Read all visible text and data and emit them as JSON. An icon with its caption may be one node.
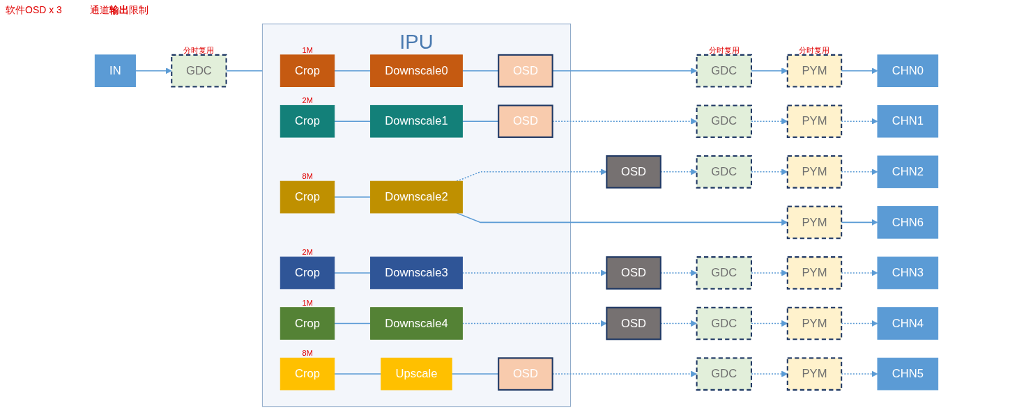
{
  "diagram": {
    "nodes": [
      {
        "text": [
          "IN"
        ]
      },
      {
        "text": [
          "GDC"
        ],
        "beside": [
          "分时复用"
        ]
      },
      {
        "text": [
          "IPU"
        ]
      },
      {
        "text": [
          "Crop"
        ],
        "in": 2,
        "beside": [
          "1M"
        ]
      },
      {
        "text": [
          "Downscale0"
        ],
        "in": 2
      },
      {
        "text": [
          "OSD"
        ],
        "in": 2
      },
      {
        "text": [
          "Crop"
        ],
        "in": 2,
        "beside": [
          "2M"
        ]
      },
      {
        "text": [
          "Downscale1"
        ],
        "in": 2
      },
      {
        "text": [
          "OSD"
        ],
        "in": 2
      },
      {
        "text": [
          "Crop"
        ],
        "in": 2,
        "beside": [
          "8M"
        ]
      },
      {
        "text": [
          "Downscale2"
        ],
        "in": 2
      },
      {
        "text": [
          "Crop"
        ],
        "in": 2,
        "beside": [
          "2M"
        ]
      },
      {
        "text": [
          "Downscale3"
        ],
        "in": 2
      },
      {
        "text": [
          "Crop"
        ],
        "in": 2,
        "beside": [
          "1M"
        ]
      },
      {
        "text": [
          "Downscale4"
        ],
        "in": 2
      },
      {
        "text": [
          "Crop"
        ],
        "in": 2,
        "beside": [
          "8M"
        ]
      },
      {
        "text": [
          "Upscale"
        ],
        "in": 2
      },
      {
        "text": [
          "OSD"
        ],
        "in": 2
      },
      {
        "text": [
          "OSD"
        ]
      },
      {
        "text": [
          "OSD"
        ]
      },
      {
        "text": [
          "OSD"
        ]
      },
      {
        "text": [
          "GDC"
        ],
        "beside": [
          "分时复用"
        ]
      },
      {
        "text": [
          "PYM"
        ],
        "beside": [
          "分时复用"
        ]
      },
      {
        "text": [
          "CHN0"
        ]
      },
      {
        "text": [
          "GDC"
        ]
      },
      {
        "text": [
          "PYM"
        ]
      },
      {
        "text": [
          "CHN1"
        ]
      },
      {
        "text": [
          "GDC"
        ]
      },
      {
        "text": [
          "PYM"
        ]
      },
      {
        "text": [
          "CHN2"
        ]
      },
      {
        "text": [
          "GDC"
        ]
      },
      {
        "text": [
          "PYM"
        ]
      },
      {
        "text": [
          "CHN3"
        ]
      },
      {
        "text": [
          "GDC"
        ]
      },
      {
        "text": [
          "PYM"
        ]
      },
      {
        "text": [
          "CHN4"
        ]
      },
      {
        "text": [
          "GDC"
        ]
      },
      {
        "text": [
          "PYM"
        ]
      },
      {
        "text": [
          "CHN5"
        ]
      },
      {
        "text": [
          "PYM"
        ]
      },
      {
        "text": [
          "CHN6"
        ]
      }
    ],
    "edges": [
      {
        "from": 0,
        "to": 1,
        "arrow": "to"
      },
      {
        "from": 1,
        "to": 2,
        "arrow": "none"
      },
      {
        "from": 3,
        "to": 4,
        "arrow": "none"
      },
      {
        "from": 4,
        "to": 5,
        "arrow": "none"
      },
      {
        "from": 6,
        "to": 7,
        "arrow": "none"
      },
      {
        "from": 7,
        "to": 8,
        "arrow": "none"
      },
      {
        "from": 9,
        "to": 10,
        "arrow": "none"
      },
      {
        "from": 11,
        "to": 12,
        "arrow": "none"
      },
      {
        "from": 13,
        "to": 14,
        "arrow": "none"
      },
      {
        "from": 15,
        "to": 16,
        "arrow": "none"
      },
      {
        "from": 16,
        "to": 17,
        "arrow": "none"
      },
      {
        "from": 5,
        "to": 21,
        "arrow": "to"
      },
      {
        "from": 21,
        "to": 22,
        "arrow": "to"
      },
      {
        "from": 22,
        "to": 23,
        "arrow": "to"
      },
      {
        "from": 8,
        "to": 24,
        "arrow": "to",
        "style": "dashed"
      },
      {
        "from": 24,
        "to": 25,
        "arrow": "to",
        "style": "dashed"
      },
      {
        "from": 25,
        "to": 26,
        "arrow": "to",
        "style": "dashed"
      },
      {
        "from": 10,
        "to": 18,
        "arrow": "to",
        "style": "dashed"
      },
      {
        "from": 18,
        "to": 27,
        "arrow": "to",
        "style": "dashed"
      },
      {
        "from": 27,
        "to": 28,
        "arrow": "to",
        "style": "dashed"
      },
      {
        "from": 28,
        "to": 29,
        "arrow": "to",
        "style": "dashed"
      },
      {
        "from": 12,
        "to": 19,
        "arrow": "to",
        "style": "dashed"
      },
      {
        "from": 19,
        "to": 30,
        "arrow": "to",
        "style": "dashed"
      },
      {
        "from": 30,
        "to": 31,
        "arrow": "to",
        "style": "dashed"
      },
      {
        "from": 31,
        "to": 32,
        "arrow": "to",
        "style": "dashed"
      },
      {
        "from": 14,
        "to": 20,
        "arrow": "to",
        "style": "dashed"
      },
      {
        "from": 20,
        "to": 33,
        "arrow": "to",
        "style": "dashed"
      },
      {
        "from": 33,
        "to": 34,
        "arrow": "to",
        "style": "dashed"
      },
      {
        "from": 34,
        "to": 35,
        "arrow": "to",
        "style": "dashed"
      },
      {
        "from": 17,
        "to": 36,
        "arrow": "to",
        "style": "dashed"
      },
      {
        "from": 36,
        "to": 37,
        "arrow": "to",
        "style": "dashed"
      },
      {
        "from": 37,
        "to": 38,
        "arrow": "to",
        "style": "dashed"
      },
      {
        "from": 10,
        "to": 39,
        "arrow": "to"
      },
      {
        "from": 39,
        "to": 40,
        "arrow": "to"
      }
    ],
    "labels": [
      "软件OSD x 3",
      "通道**输出**限制"
    ]
  }
}
